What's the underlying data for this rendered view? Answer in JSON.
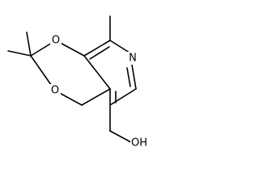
{
  "molecule": {
    "atoms": {
      "o1": "O",
      "o2": "O",
      "n": "N",
      "oh": "OH"
    },
    "colors": {
      "bond": "#000000",
      "background": "#ffffff"
    }
  }
}
